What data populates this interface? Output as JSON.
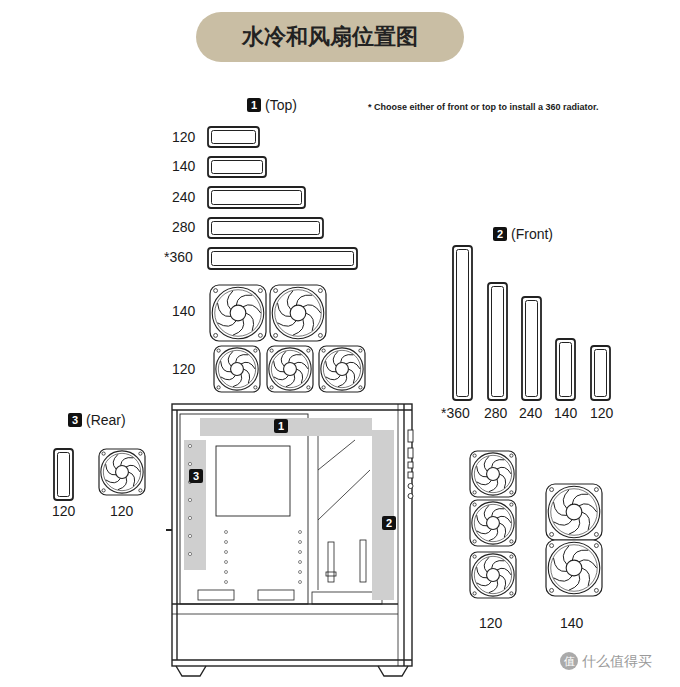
{
  "diagram": {
    "title": "水冷和风扇位置图",
    "labels": [
      "1",
      "(Top)",
      "* Choose either of front or top to install a 360 radiator.",
      "120",
      "140",
      "240",
      "280",
      "*360",
      "140",
      "120",
      "2",
      "(Front)",
      "*360",
      "280",
      "240",
      "140",
      "120",
      "3",
      "(Rear)",
      "120",
      "120",
      "1",
      "3",
      "2",
      "120",
      "140",
      "值",
      "什么值得买"
    ]
  }
}
